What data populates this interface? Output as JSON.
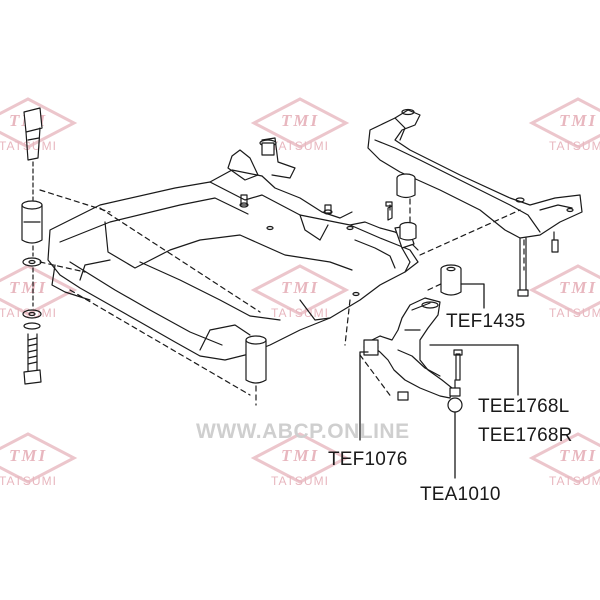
{
  "watermark": {
    "logo": "TMI",
    "brand": "TATSUMI",
    "color": "#e8b7bf"
  },
  "site_url": "WWW.ABCP.ONLINE",
  "parts": [
    {
      "code": "TEF1435"
    },
    {
      "code": "TEE1768L"
    },
    {
      "code": "TEE1768R"
    },
    {
      "code": "TEF1076"
    },
    {
      "code": "TEA1010"
    }
  ],
  "colors": {
    "line": "#1a1a1a",
    "background": "#ffffff",
    "watermark": "#e8b7bf",
    "url": "#cfcfcf"
  }
}
